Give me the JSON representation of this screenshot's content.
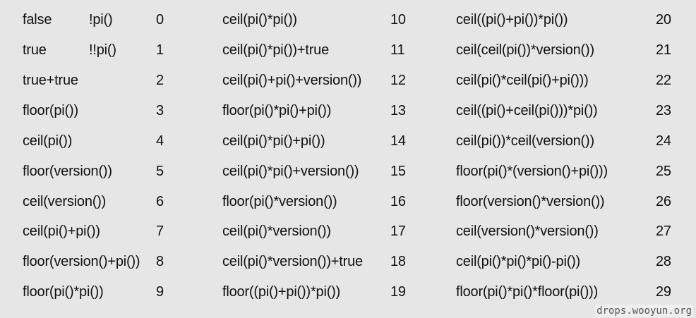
{
  "rows": [
    {
      "expr_a": "false",
      "alt_a": "!pi()",
      "val_a": "0",
      "expr_b": "ceil(pi()*pi())",
      "val_b": "10",
      "expr_c": "ceil((pi()+pi())*pi())",
      "val_c": "20"
    },
    {
      "expr_a": "true",
      "alt_a": "!!pi()",
      "val_a": "1",
      "expr_b": "ceil(pi()*pi())+true",
      "val_b": "11",
      "expr_c": "ceil(ceil(pi())*version())",
      "val_c": "21"
    },
    {
      "expr_a": "true+true",
      "alt_a": "",
      "val_a": "2",
      "expr_b": "ceil(pi()+pi()+version())",
      "val_b": "12",
      "expr_c": "ceil(pi()*ceil(pi()+pi()))",
      "val_c": "22"
    },
    {
      "expr_a": "floor(pi())",
      "alt_a": "",
      "val_a": "3",
      "expr_b": "floor(pi()*pi()+pi())",
      "val_b": "13",
      "expr_c": "ceil((pi()+ceil(pi()))*pi())",
      "val_c": "23"
    },
    {
      "expr_a": "ceil(pi())",
      "alt_a": "",
      "val_a": "4",
      "expr_b": "ceil(pi()*pi()+pi())",
      "val_b": "14",
      "expr_c": "ceil(pi())*ceil(version())",
      "val_c": "24"
    },
    {
      "expr_a": "floor(version())",
      "alt_a": "",
      "val_a": "5",
      "expr_b": "ceil(pi()*pi()+version())",
      "val_b": "15",
      "expr_c": "floor(pi()*(version()+pi()))",
      "val_c": "25"
    },
    {
      "expr_a": "ceil(version())",
      "alt_a": "",
      "val_a": "6",
      "expr_b": "floor(pi()*version())",
      "val_b": "16",
      "expr_c": "floor(version()*version())",
      "val_c": "26"
    },
    {
      "expr_a": "ceil(pi()+pi())",
      "alt_a": "",
      "val_a": "7",
      "expr_b": "ceil(pi()*version())",
      "val_b": "17",
      "expr_c": "ceil(version()*version())",
      "val_c": "27"
    },
    {
      "expr_a": "floor(version()+pi())",
      "alt_a": "",
      "val_a": "8",
      "expr_b": "ceil(pi()*version())+true",
      "val_b": "18",
      "expr_c": "ceil(pi()*pi()*pi()-pi())",
      "val_c": "28"
    },
    {
      "expr_a": "floor(pi()*pi())",
      "alt_a": "",
      "val_a": "9",
      "expr_b": "floor((pi()+pi())*pi())",
      "val_b": "19",
      "expr_c": "floor(pi()*pi()*floor(pi()))",
      "val_c": "29"
    }
  ],
  "watermark": "drops.wooyun.org"
}
